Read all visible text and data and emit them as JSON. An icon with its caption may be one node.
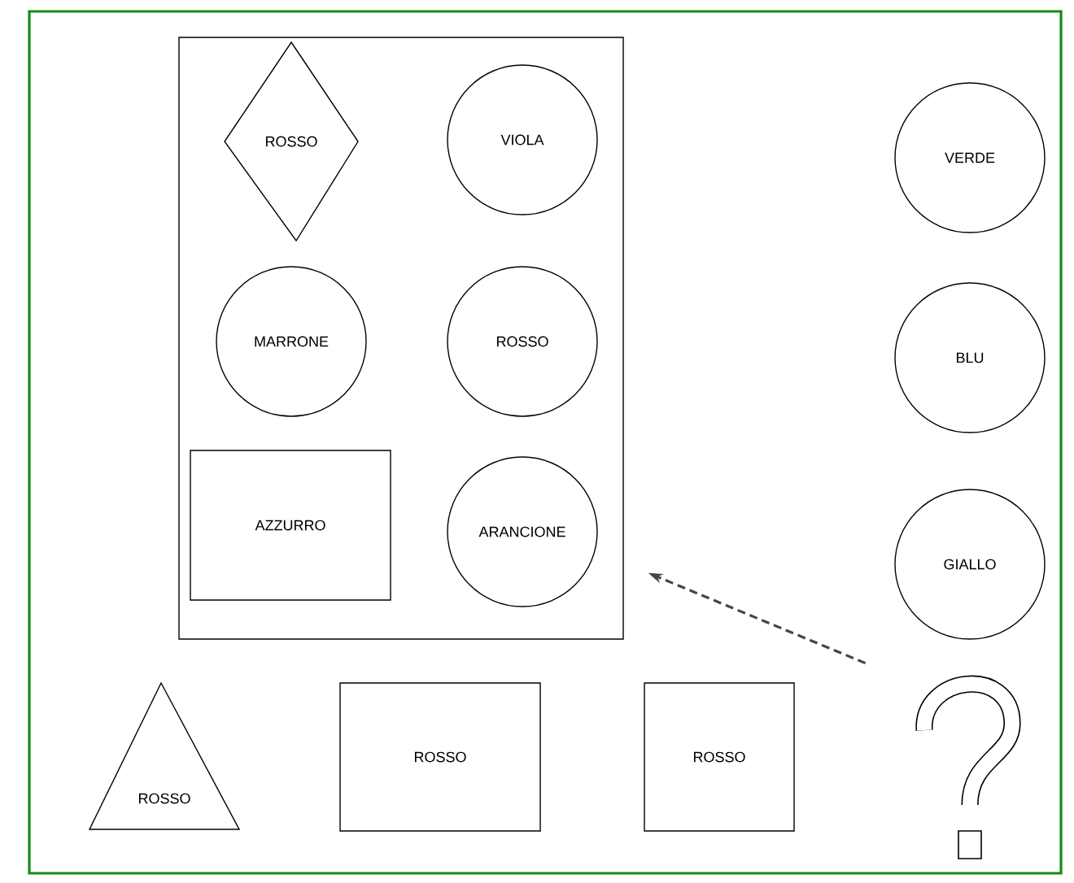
{
  "diagram": {
    "nodes": [
      {
        "text": [],
        "shape": "box"
      },
      {
        "text": [
          "ROSSO"
        ],
        "in": 0
      },
      {
        "text": [
          "VIOLA"
        ],
        "in": 0
      },
      {
        "text": [
          "MARRONE"
        ],
        "in": 0
      },
      {
        "text": [
          "ROSSO"
        ],
        "in": 0
      },
      {
        "text": [
          "AZZURRO"
        ],
        "in": 0
      },
      {
        "text": [
          "ARANCIONE"
        ],
        "in": 0
      },
      {
        "text": [
          "VERDE"
        ]
      },
      {
        "text": [
          "BLU"
        ]
      },
      {
        "text": [
          "GIALLO"
        ]
      },
      {
        "text": [
          "ROSSO"
        ]
      },
      {
        "text": [
          "ROSSO"
        ]
      },
      {
        "text": [
          "ROSSO"
        ]
      },
      {
        "text": [],
        "shape": "picture"
      }
    ],
    "edges": [
      {
        "from": 13,
        "to": 0,
        "arrow": "to",
        "style": "dashed"
      }
    ]
  }
}
